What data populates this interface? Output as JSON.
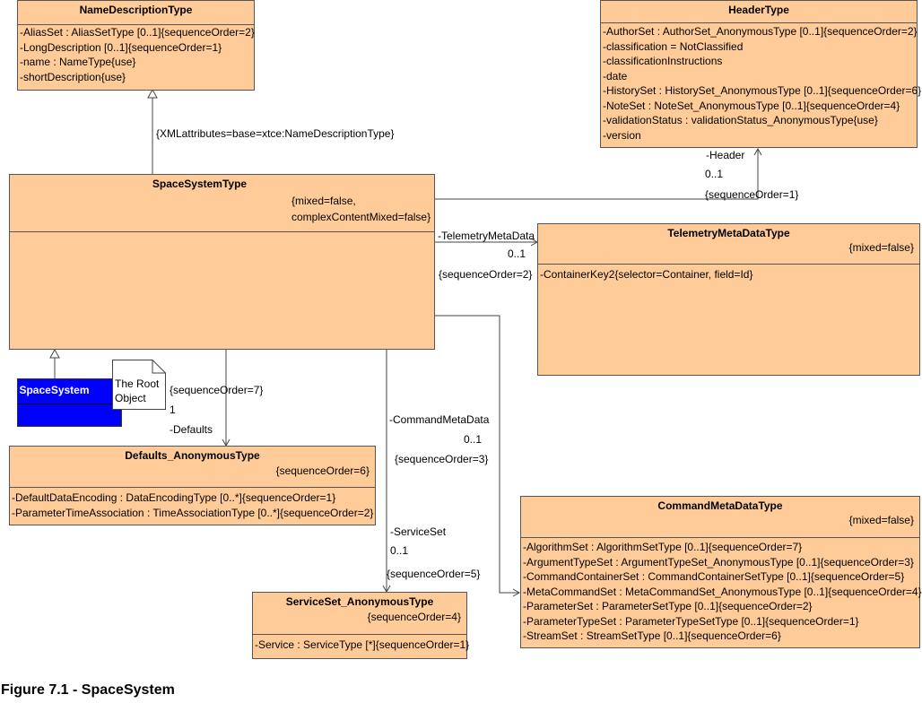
{
  "caption": "Figure 7.1 - SpaceSystem",
  "classes": {
    "name_description": {
      "name": "NameDescriptionType",
      "attributes": [
        "-AliasSet : AliasSetType [0..1]{sequenceOrder=2}",
        "-LongDescription [0..1]{sequenceOrder=1}",
        "-name : NameType{use}",
        "-shortDescription{use}"
      ]
    },
    "header": {
      "name": "HeaderType",
      "attributes": [
        "-AuthorSet : AuthorSet_AnonymousType [0..1]{sequenceOrder=2}",
        "-classification = NotClassified",
        "-classificationInstructions",
        "-date",
        "-HistorySet : HistorySet_AnonymousType [0..1]{sequenceOrder=6}",
        "-NoteSet : NoteSet_AnonymousType [0..1]{sequenceOrder=4}",
        "-validationStatus : validationStatus_AnonymousType{use}",
        "-version"
      ]
    },
    "space_system": {
      "name": "SpaceSystemType",
      "tag_line1": "{mixed=false,",
      "tag_line2": "complexContentMixed=false}"
    },
    "telemetry": {
      "name": "TelemetryMetaDataType",
      "tag": "{mixed=false}",
      "attributes": [
        "-ContainerKey2{selector=Container, field=Id}"
      ]
    },
    "defaults": {
      "name": "Defaults_AnonymousType",
      "tag": "{sequenceOrder=6}",
      "attributes": [
        "-DefaultDataEncoding : DataEncodingType [0..*]{sequenceOrder=1}",
        "-ParameterTimeAssociation : TimeAssociationType [0..*]{sequenceOrder=2}"
      ]
    },
    "service_set": {
      "name": "ServiceSet_AnonymousType",
      "tag": "{sequenceOrder=4}",
      "attributes": [
        "-Service : ServiceType [*]{sequenceOrder=1}"
      ]
    },
    "command": {
      "name": "CommandMetaDataType",
      "tag": "{mixed=false}",
      "attributes": [
        "-AlgorithmSet : AlgorithmSetType [0..1]{sequenceOrder=7}",
        "-ArgumentTypeSet : ArgumentTypeSet_AnonymousType [0..1]{sequenceOrder=3}",
        "-CommandContainerSet : CommandContainerSetType [0..1]{sequenceOrder=5}",
        "-MetaCommandSet : MetaCommandSet_AnonymousType [0..1]{sequenceOrder=4}",
        "-ParameterSet : ParameterSetType [0..1]{sequenceOrder=2}",
        "-ParameterTypeSet : ParameterTypeSetType [0..1]{sequenceOrder=1}",
        "-StreamSet : StreamSetType [0..1]{sequenceOrder=6}"
      ]
    }
  },
  "object": {
    "name": "SpaceSystem"
  },
  "note": {
    "line1": "The Root",
    "line2": "Object"
  },
  "labels": {
    "xml_attributes": "{XMLattributes=base=xtce:NameDescriptionType}",
    "header_role": "-Header",
    "header_mult": "0..1",
    "header_seq": "{sequenceOrder=1}",
    "telemetry_role": "-TelemetryMetaData",
    "telemetry_mult": "0..1",
    "telemetry_seq": "{sequenceOrder=2}",
    "defaults_seq": "{sequenceOrder=7}",
    "defaults_mult": "1",
    "defaults_role": "-Defaults",
    "command_role": "-CommandMetaData",
    "command_mult": "0..1",
    "command_seq": "{sequenceOrder=3}",
    "service_role": "-ServiceSet",
    "service_mult": "0..1",
    "service_seq": "{sequenceOrder=5}"
  }
}
